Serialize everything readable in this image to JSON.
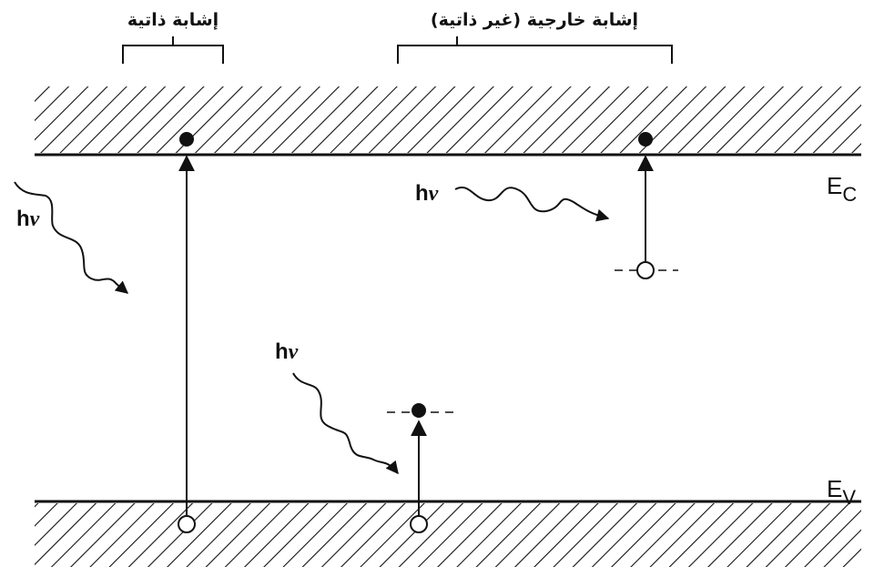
{
  "labels": {
    "intrinsic": "إشابة ذاتية",
    "extrinsic": "إشابة خارجية (غير ذاتية)",
    "photon_h": "h",
    "photon_nu": "ν",
    "ec_main": "E",
    "ec_sub": "C",
    "ev_main": "E",
    "ev_sub": "V"
  },
  "colors": {
    "ink": "#111111",
    "background": "#ffffff"
  }
}
